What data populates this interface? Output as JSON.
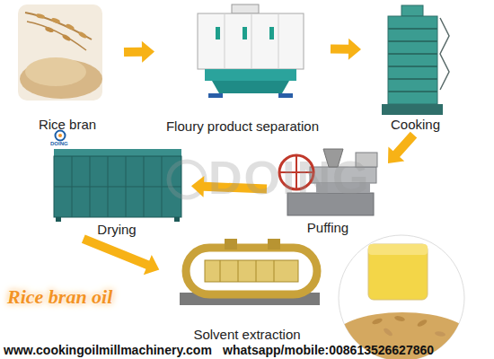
{
  "diagram": {
    "nodes": [
      {
        "text": [
          "Rice bran"
        ]
      },
      {
        "text": [
          "Floury product separation"
        ]
      },
      {
        "text": [
          "Cooking"
        ]
      },
      {
        "text": [
          "Puffing"
        ]
      },
      {
        "text": [
          "Drying"
        ]
      },
      {
        "text": [
          "Solvent extraction"
        ]
      }
    ],
    "edges": [
      {
        "from": 0,
        "to": 1,
        "arrow": "to"
      },
      {
        "from": 1,
        "to": 2,
        "arrow": "to"
      },
      {
        "from": 2,
        "to": 3,
        "arrow": "to"
      },
      {
        "from": 3,
        "to": 4,
        "arrow": "to"
      },
      {
        "from": 4,
        "to": 5,
        "arrow": "to"
      }
    ],
    "labels": [
      "DOING",
      "DOING",
      "Rice bran oil",
      "www.cookingoilmillmachinery.com",
      "whatsapp/mobile:008613526627860"
    ]
  }
}
